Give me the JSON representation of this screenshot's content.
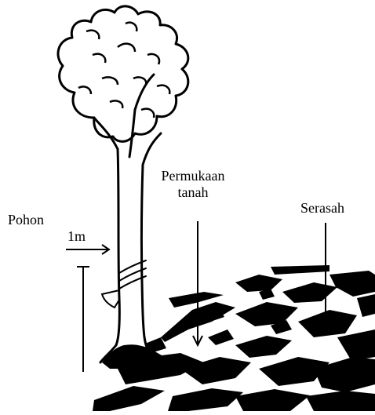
{
  "labels": {
    "tree": "Pohon",
    "scale": "1m",
    "soil_surface_line1": "Permukaan",
    "soil_surface_line2": "tanah",
    "litter": "Serasah"
  },
  "colors": {
    "ink": "#000000",
    "paper": "#ffffff"
  }
}
